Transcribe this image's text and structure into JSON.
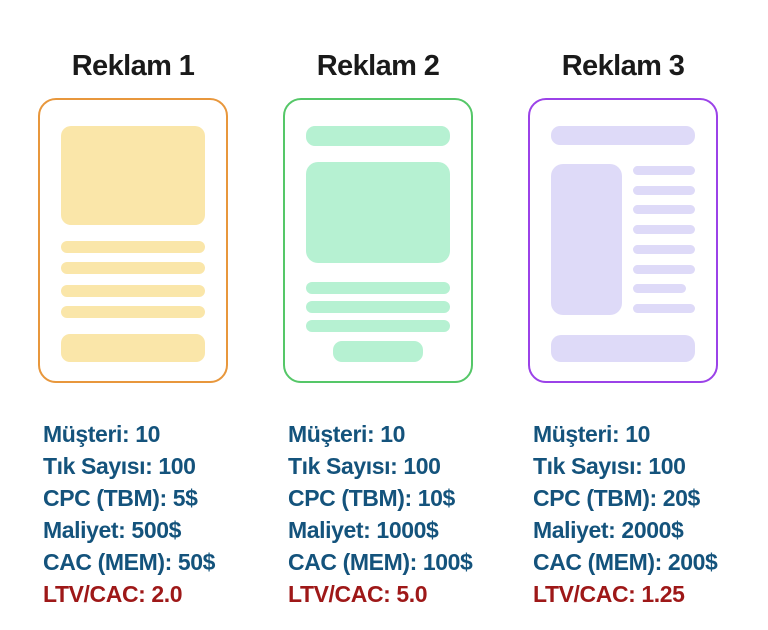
{
  "columns": [
    {
      "title": "Reklam 1",
      "accent_color": "#e8973c",
      "fill_color": "#fae6a9",
      "card_style": "image-top",
      "metrics": [
        "Müşteri: 10",
        "Tık Sayısı: 100",
        "CPC (TBM): 5$",
        "Maliyet: 500$",
        "CAC (MEM): 50$",
        "LTV/CAC: 2.0"
      ]
    },
    {
      "title": "Reklam 2",
      "accent_color": "#55c768",
      "fill_color": "#b6f1d2",
      "card_style": "banner-image",
      "metrics": [
        "Müşteri: 10",
        "Tık Sayısı: 100",
        "CPC (TBM): 10$",
        "Maliyet: 1000$",
        "CAC (MEM): 100$",
        "LTV/CAC: 5.0"
      ]
    },
    {
      "title": "Reklam 3",
      "accent_color": "#9b42e8",
      "fill_color": "#dedaf8",
      "card_style": "sidebar-list",
      "metrics": [
        "Müşteri: 10",
        "Tık Sayısı: 100",
        "CPC (TBM): 20$",
        "Maliyet: 2000$",
        "CAC (MEM): 200$",
        "LTV/CAC: 1.25"
      ]
    }
  ],
  "text_colors": {
    "title": "#1a1a1a",
    "metric": "#14537c",
    "ratio": "#9e1818"
  }
}
